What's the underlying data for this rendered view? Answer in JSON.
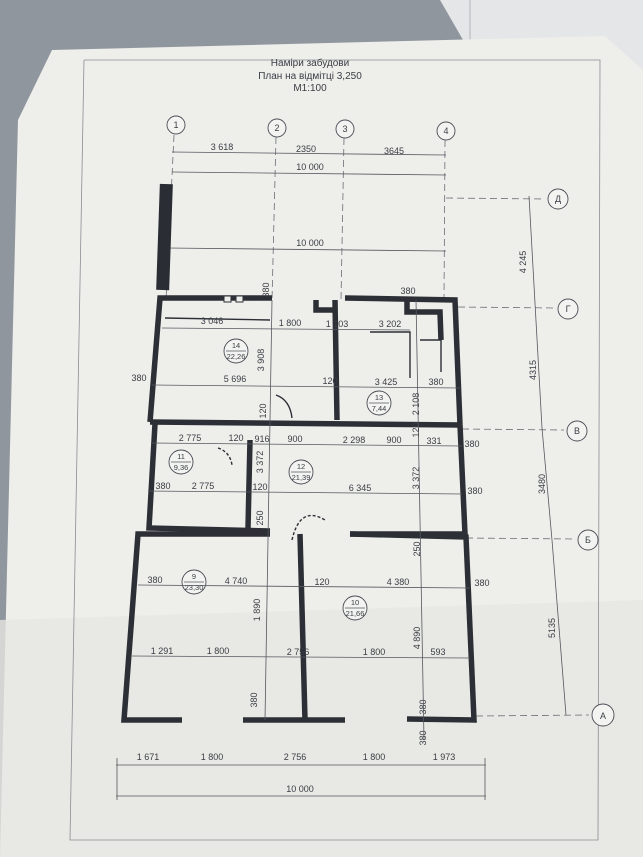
{
  "title": {
    "line1": "Наміри забудови",
    "line2": "План на відмітці 3,250",
    "line3": "М1:100"
  },
  "axes": {
    "top": [
      "1",
      "2",
      "3",
      "4"
    ],
    "right": [
      "Д",
      "Г",
      "В",
      "Б",
      "А"
    ]
  },
  "top_dims": {
    "seg1": "3 618",
    "seg2": "2350",
    "seg3": "3645",
    "total": "10 000",
    "inner_total": "10 000"
  },
  "upper_dims": {
    "d1": "3 046",
    "d2": "1 800",
    "d3": "1 103",
    "d4": "3 202",
    "w1": "380",
    "w2": "380"
  },
  "rooms": [
    {
      "no": "14",
      "area": "22,26"
    },
    {
      "no": "13",
      "area": "7,44"
    },
    {
      "no": "11",
      "area": "9,36"
    },
    {
      "no": "12",
      "area": "21,39"
    },
    {
      "no": "9",
      "area": "23,30"
    },
    {
      "no": "10",
      "area": "21,66"
    }
  ],
  "row_a": {
    "c1": "380",
    "c2": "5 696",
    "c3": "120",
    "c4": "3 425",
    "c5": "380"
  },
  "row_b": {
    "c1": "2 775",
    "c2": "120",
    "c3": "916",
    "c4": "900",
    "c5": "2 298",
    "c6": "900",
    "c7": "331",
    "c8": "380"
  },
  "row_c": {
    "c1": "380",
    "c2": "2 775",
    "c3": "120",
    "c4": "6 345",
    "c5": "380"
  },
  "row_d": {
    "c1": "380",
    "c2": "4 740",
    "c3": "120",
    "c4": "4 380",
    "c5": "380"
  },
  "row_e": {
    "c1": "1 291",
    "c2": "1 800",
    "c3": "2 756",
    "c4": "1 800",
    "c5": "593"
  },
  "vertical_dims": {
    "v1": "380",
    "v2": "3 908",
    "v3": "120",
    "v4": "2 108",
    "v5": "120",
    "v6": "3 372",
    "v7": "3 372",
    "v8": "250",
    "v9": "250",
    "v10": "1 890",
    "v11": "4 890",
    "v12": "380",
    "v13": "380",
    "right_outer": "4 245",
    "right_mid1": "4315",
    "right_mid2": "3480",
    "right_low": "5135"
  },
  "bottom_dims": {
    "b1": "1 671",
    "b2": "1 800",
    "b3": "2 756",
    "b4": "1 800",
    "b5": "1 973",
    "total": "10 000"
  }
}
